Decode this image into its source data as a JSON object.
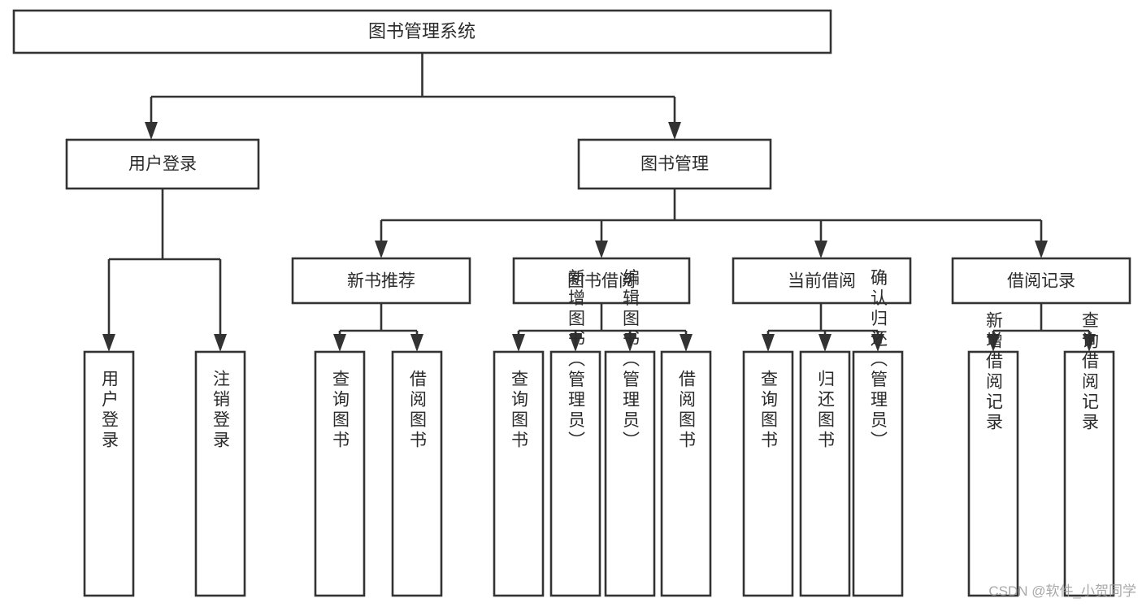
{
  "diagram": {
    "title": "图书管理系统",
    "type": "tree-hierarchy",
    "colors": {
      "stroke": "#333333",
      "box_fill": "#ffffff",
      "text": "#2b2b2b",
      "background": "#ffffff",
      "watermark": "#9a9a9a"
    }
  },
  "root": {
    "label": "图书管理系统"
  },
  "level2": {
    "user_login": {
      "label": "用户登录"
    },
    "book_manage": {
      "label": "图书管理"
    }
  },
  "level3": {
    "new_book_recommend": {
      "label": "新书推荐"
    },
    "book_borrow": {
      "label": "图书借阅"
    },
    "current_borrow": {
      "label": "当前借阅"
    },
    "borrow_record": {
      "label": "借阅记录"
    }
  },
  "leaves": {
    "user_login": [
      {
        "label": "用户登录"
      },
      {
        "label": "注销登录"
      }
    ],
    "new_book_recommend": [
      {
        "label": "查询图书"
      },
      {
        "label": "借阅图书"
      }
    ],
    "book_borrow": [
      {
        "label": "查询图书"
      },
      {
        "label": "新增图书（管理员）"
      },
      {
        "label": "编辑图书（管理员）"
      },
      {
        "label": "借阅图书"
      }
    ],
    "current_borrow": [
      {
        "label": "查询图书"
      },
      {
        "label": "归还图书"
      },
      {
        "label": "确认归还（管理员）"
      }
    ],
    "borrow_record": [
      {
        "label": "新增借阅记录"
      },
      {
        "label": "查询借阅记录"
      }
    ]
  },
  "watermark": {
    "text": "CSDN @软件_小贺同学"
  }
}
